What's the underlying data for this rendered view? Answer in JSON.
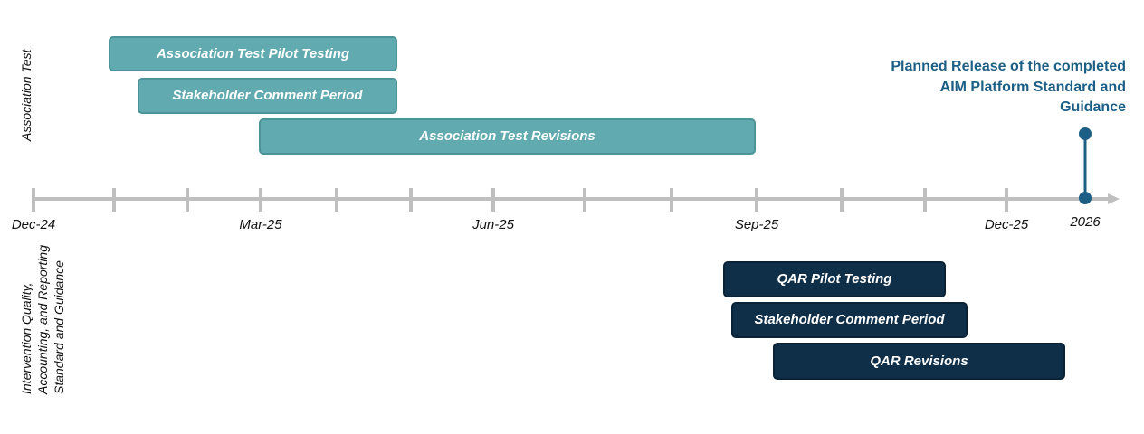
{
  "section_labels": {
    "top": "Association Test",
    "bottom_lines": [
      "Intervention Quality,",
      "Accounting, and Reporting",
      "Standard and Guidance"
    ]
  },
  "timeline": {
    "labels": [
      "Dec-24",
      "Mar-25",
      "Jun-25",
      "Sep-25",
      "Dec-25",
      "2026"
    ]
  },
  "bars": {
    "association": [
      {
        "label": "Association Test Pilot Testing"
      },
      {
        "label": "Stakeholder Comment Period"
      },
      {
        "label": "Association Test Revisions"
      }
    ],
    "qar": [
      {
        "label": "QAR Pilot Testing"
      },
      {
        "label": "Stakeholder Comment Period"
      },
      {
        "label": "QAR Revisions"
      }
    ]
  },
  "release": {
    "text": "Planned Release of the completed AIM Platform Standard and Guidance"
  },
  "colors": {
    "teal": "#61aab0",
    "navy": "#0f2e47",
    "axis": "#bfbfbf",
    "milestone": "#1c5f86"
  }
}
